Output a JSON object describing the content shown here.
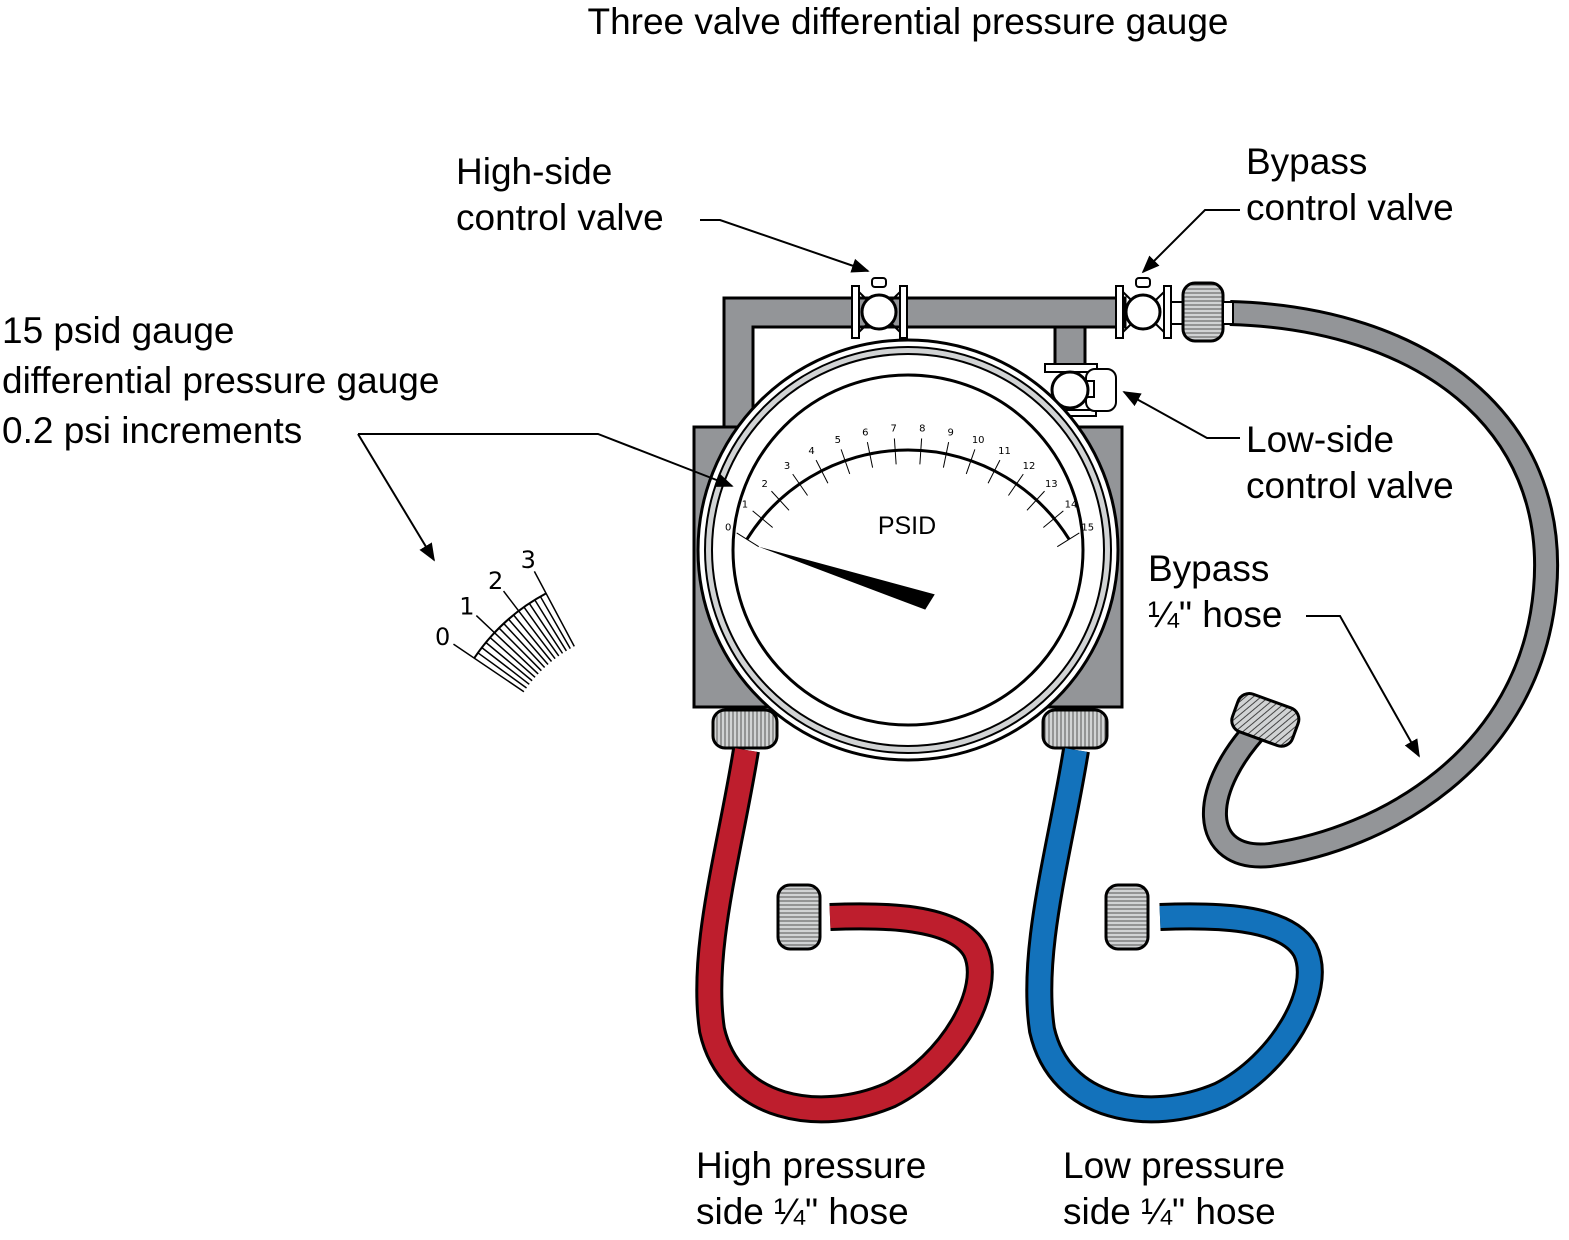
{
  "title": "Three valve differential pressure gauge",
  "colors": {
    "body_gray": "#939598",
    "ring_gray": "#d1d3d4",
    "high_hose": "#be1e2d",
    "low_hose": "#1372bb",
    "bypass_hose": "#939598",
    "knurl": "#d1d3d4"
  },
  "labels": {
    "high_side_valve": [
      "High-side",
      "control valve"
    ],
    "bypass_valve": [
      "Bypass",
      "control valve"
    ],
    "low_side_valve": [
      "Low-side",
      "control valve"
    ],
    "gauge_spec": [
      "15 psid gauge",
      "differential pressure gauge",
      "0.2 psi increments"
    ],
    "bypass_hose": [
      "Bypass",
      "¼\" hose"
    ],
    "high_hose": [
      "High pressure",
      "side ¼\" hose"
    ],
    "low_hose": [
      "Low pressure",
      "side ¼\" hose"
    ]
  },
  "gauge": {
    "unit_label": "PSID",
    "min": 0,
    "max": 15,
    "major_ticks": [
      "0",
      "1",
      "2",
      "3",
      "4",
      "5",
      "6",
      "7",
      "8",
      "9",
      "10",
      "11",
      "12",
      "13",
      "14",
      "15"
    ],
    "needle_value": 0
  },
  "inset": {
    "tick_labels": [
      "0",
      "1",
      "2",
      "3"
    ],
    "increment": 0.2
  }
}
